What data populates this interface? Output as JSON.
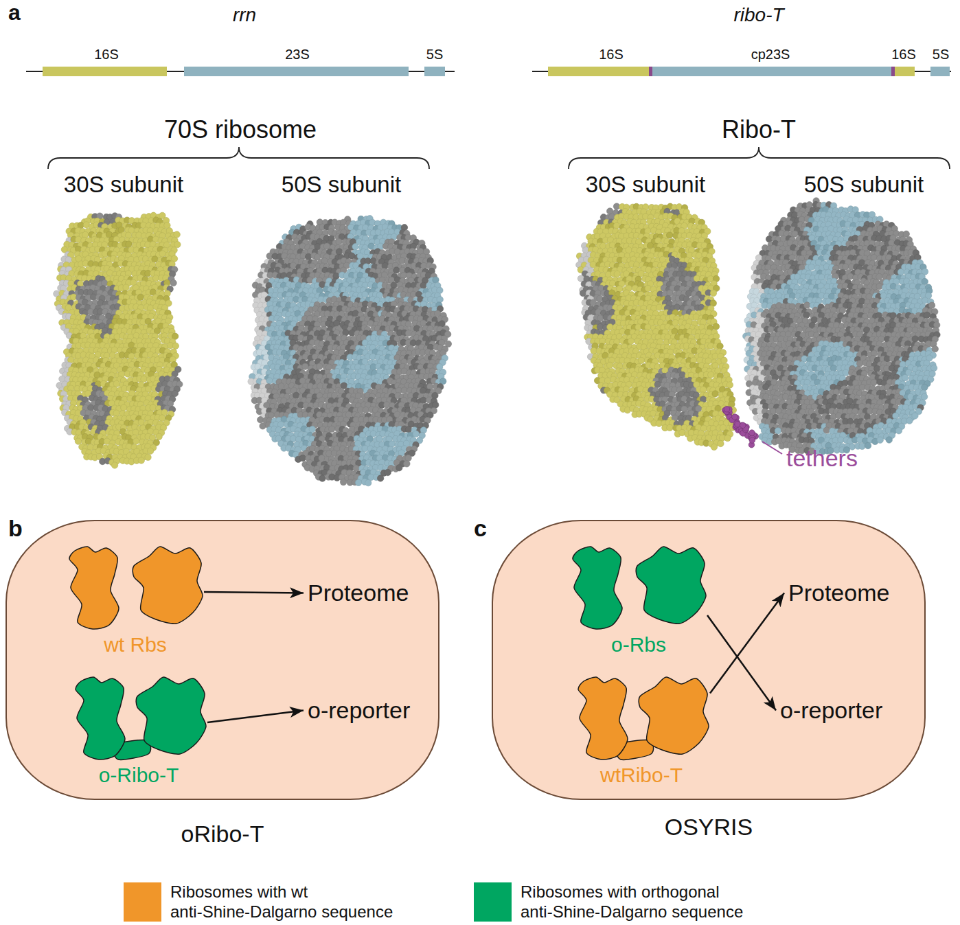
{
  "diagram": {
    "nodes": [
      {
        "text": [
          "oRibo-T"
        ]
      },
      {
        "text": [
          "wt Rbs"
        ],
        "in": 0
      },
      {
        "text": [
          "Proteome"
        ],
        "in": 0
      },
      {
        "text": [
          "o-Ribo-T"
        ],
        "in": 0
      },
      {
        "text": [
          "o-reporter"
        ],
        "in": 0
      },
      {
        "text": [
          "OSYRIS"
        ]
      },
      {
        "text": [
          "o-Rbs"
        ],
        "in": 5
      },
      {
        "text": [
          "Proteome"
        ],
        "in": 5
      },
      {
        "text": [
          "wtRibo-T"
        ],
        "in": 5
      },
      {
        "text": [
          "o-reporter"
        ],
        "in": 5
      }
    ],
    "edges": [
      {
        "from": 1,
        "to": 2,
        "arrow": "to"
      },
      {
        "from": 3,
        "to": 4,
        "arrow": "to"
      },
      {
        "from": 6,
        "to": 9,
        "arrow": "to"
      },
      {
        "from": 8,
        "to": 7,
        "arrow": "to"
      }
    ],
    "labels": [
      "a",
      "rrn",
      "16S",
      "23S",
      "5S",
      "70S ribosome",
      "30S subunit",
      "50S subunit",
      "ribo-T",
      "16S",
      "cp23S",
      "16S",
      "5S",
      "Ribo-T",
      "30S subunit",
      "50S subunit",
      "tethers",
      "b",
      "c"
    ],
    "legend": [
      {
        "text": "Ribosomes with wt anti-Shine-Dalgarno sequence",
        "color": "#f0962a"
      },
      {
        "text": "Ribosomes with orthogonal anti-Shine-Dalgarno sequence",
        "color": "#00a661"
      }
    ]
  }
}
